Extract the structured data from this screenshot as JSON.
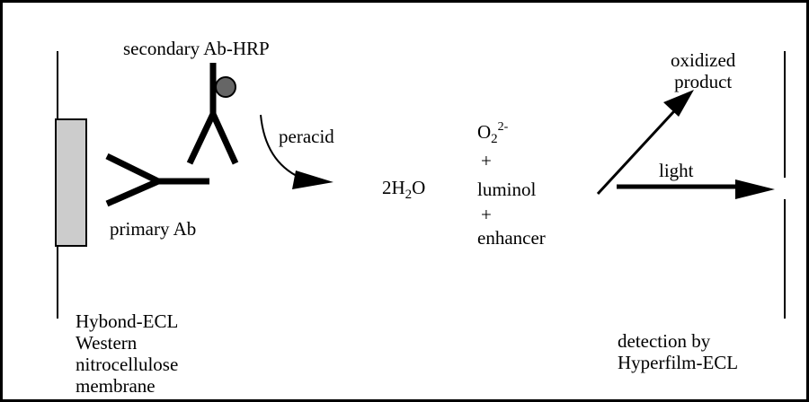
{
  "labels": {
    "secondary_ab": "secondary Ab-HRP",
    "primary_ab": "primary Ab",
    "peracid": "peracid",
    "water_coef": "2H",
    "water_sub": "2",
    "water_o": "O",
    "peroxide_o": "O",
    "peroxide_sub": "2",
    "peroxide_sup": "2-",
    "plus_1": "+",
    "luminol": "luminol",
    "plus_2": "+",
    "enhancer": "enhancer",
    "oxidized_line1": "oxidized",
    "oxidized_line2": "product",
    "light": "light",
    "membrane": [
      "Hybond-ECL",
      "Western",
      "nitrocellulose",
      "membrane"
    ],
    "detection": [
      "detection by",
      "Hyperfilm-ECL"
    ]
  },
  "colors": {
    "frame": "#000000",
    "membrane_fill": "#cccccc",
    "hrp_fill": "#666666"
  }
}
